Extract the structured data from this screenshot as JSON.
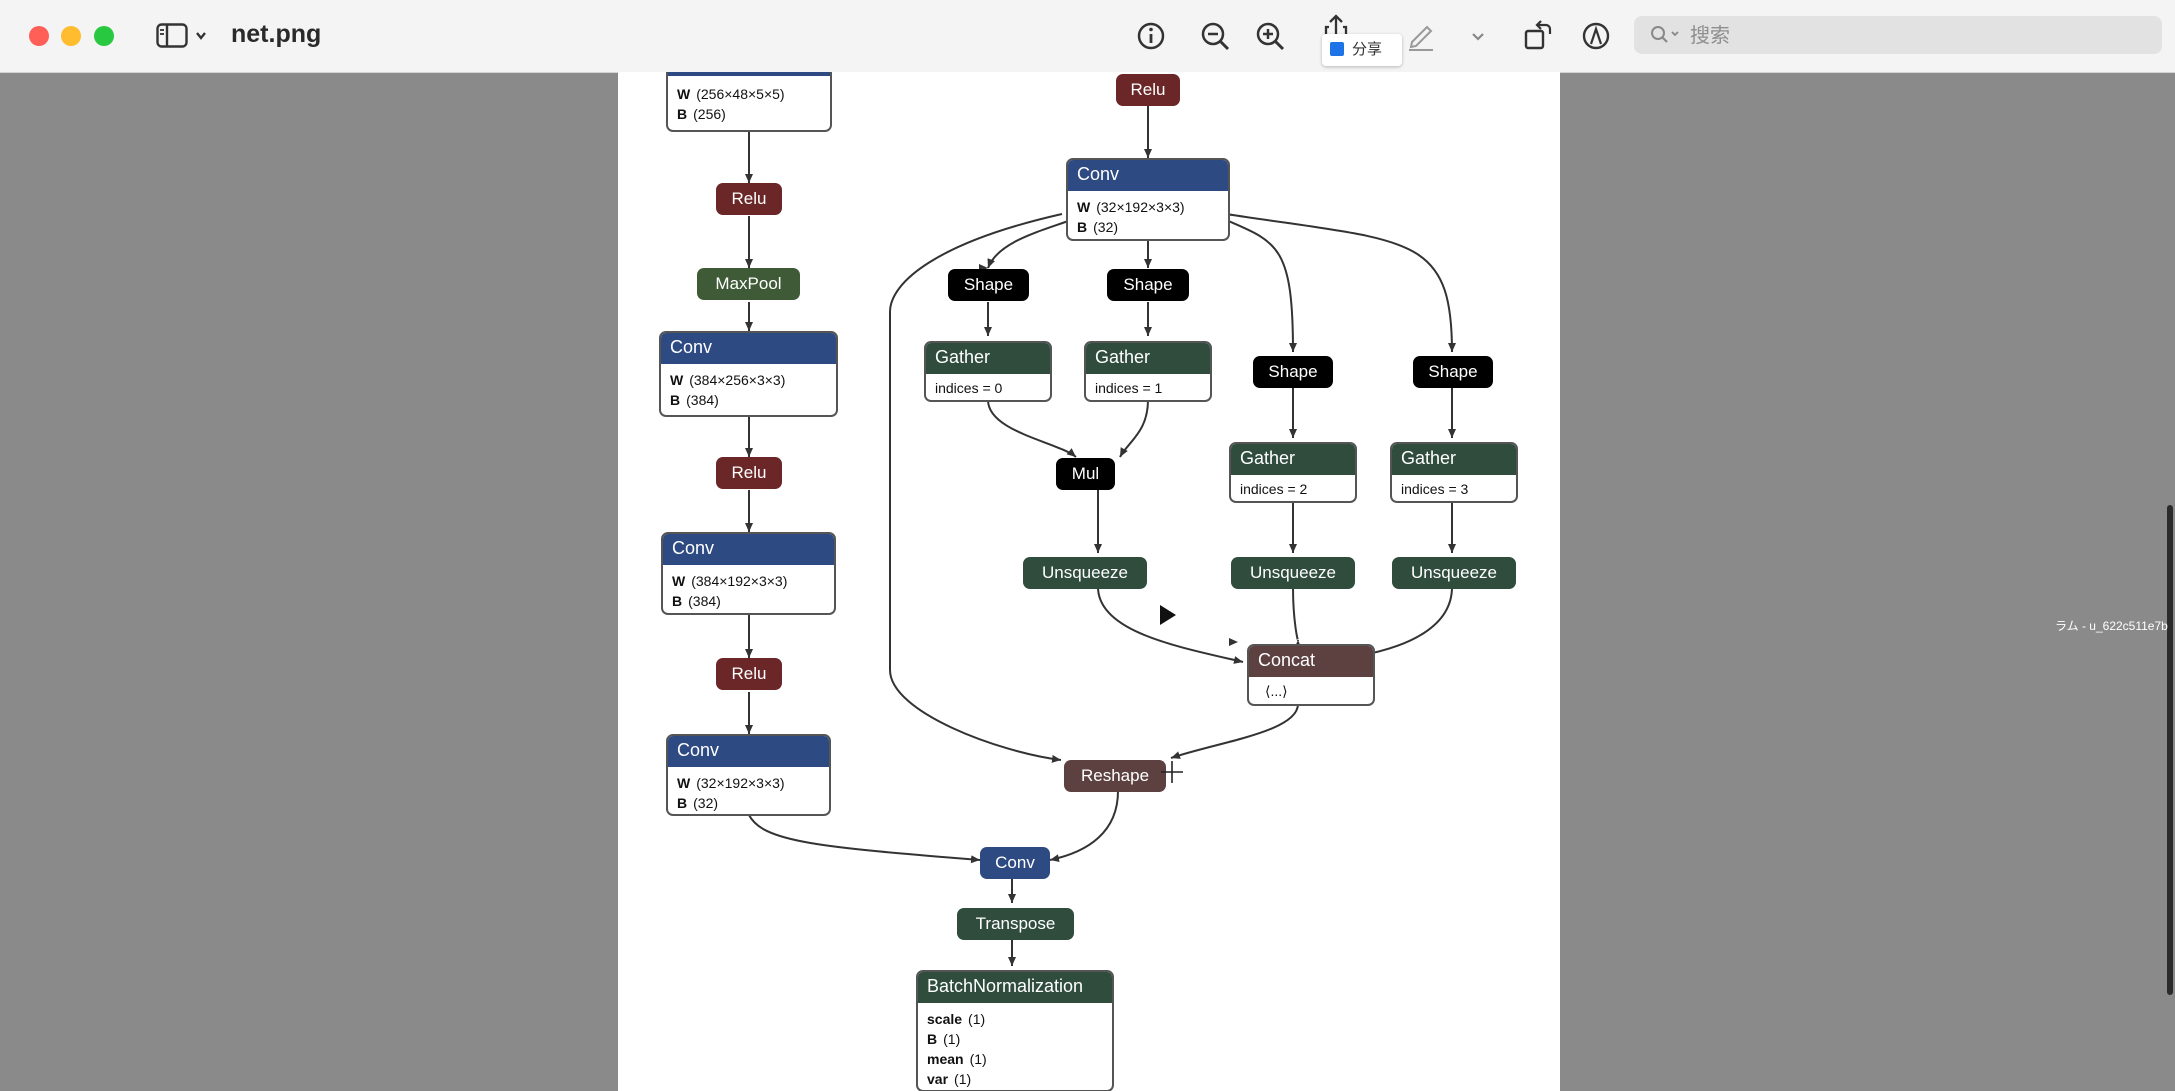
{
  "window": {
    "title": "net.png",
    "share_tooltip": "分享",
    "search_placeholder": "搜索"
  },
  "side_label": "ラム - u_622c511e7b",
  "graph": {
    "left_column": {
      "conv_top": {
        "w": "(256×48×5×5)",
        "b": "(256)"
      },
      "relu_1": "Relu",
      "maxpool": "MaxPool",
      "conv_2": {
        "title": "Conv",
        "w": "(384×256×3×3)",
        "b": "(384)"
      },
      "relu_2": "Relu",
      "conv_3": {
        "title": "Conv",
        "w": "(384×192×3×3)",
        "b": "(384)"
      },
      "relu_3": "Relu",
      "conv_4": {
        "title": "Conv",
        "w": "(32×192×3×3)",
        "b": "(32)"
      }
    },
    "right_column": {
      "relu_top": "Relu",
      "conv_main": {
        "title": "Conv",
        "w": "(32×192×3×3)",
        "b": "(32)"
      },
      "shape_1": "Shape",
      "shape_2": "Shape",
      "shape_3": "Shape",
      "shape_4": "Shape",
      "gather_1": {
        "title": "Gather",
        "attr": "indices = 0"
      },
      "gather_2": {
        "title": "Gather",
        "attr": "indices = 1"
      },
      "gather_3": {
        "title": "Gather",
        "attr": "indices = 2"
      },
      "gather_4": {
        "title": "Gather",
        "attr": "indices = 3"
      },
      "mul": "Mul",
      "unsqueeze_1": "Unsqueeze",
      "unsqueeze_2": "Unsqueeze",
      "unsqueeze_3": "Unsqueeze",
      "concat": {
        "title": "Concat",
        "attr": "⟨...⟩"
      },
      "reshape": "Reshape"
    },
    "bottom": {
      "conv_merge": "Conv",
      "transpose": "Transpose",
      "batchnorm": {
        "title": "BatchNormalization",
        "scale": "(1)",
        "b": "(1)",
        "mean": "(1)",
        "var": "(1)"
      }
    },
    "attr_keys": {
      "w": "W",
      "b": "B",
      "scale": "scale",
      "mean": "mean",
      "var": "var"
    }
  },
  "colors": {
    "relu": "#6b2727",
    "conv": "#2d4a82",
    "shape": "#000000",
    "gather": "#2f4c3d",
    "reshape": "#5d4141",
    "maxpool": "#3f5a36"
  }
}
